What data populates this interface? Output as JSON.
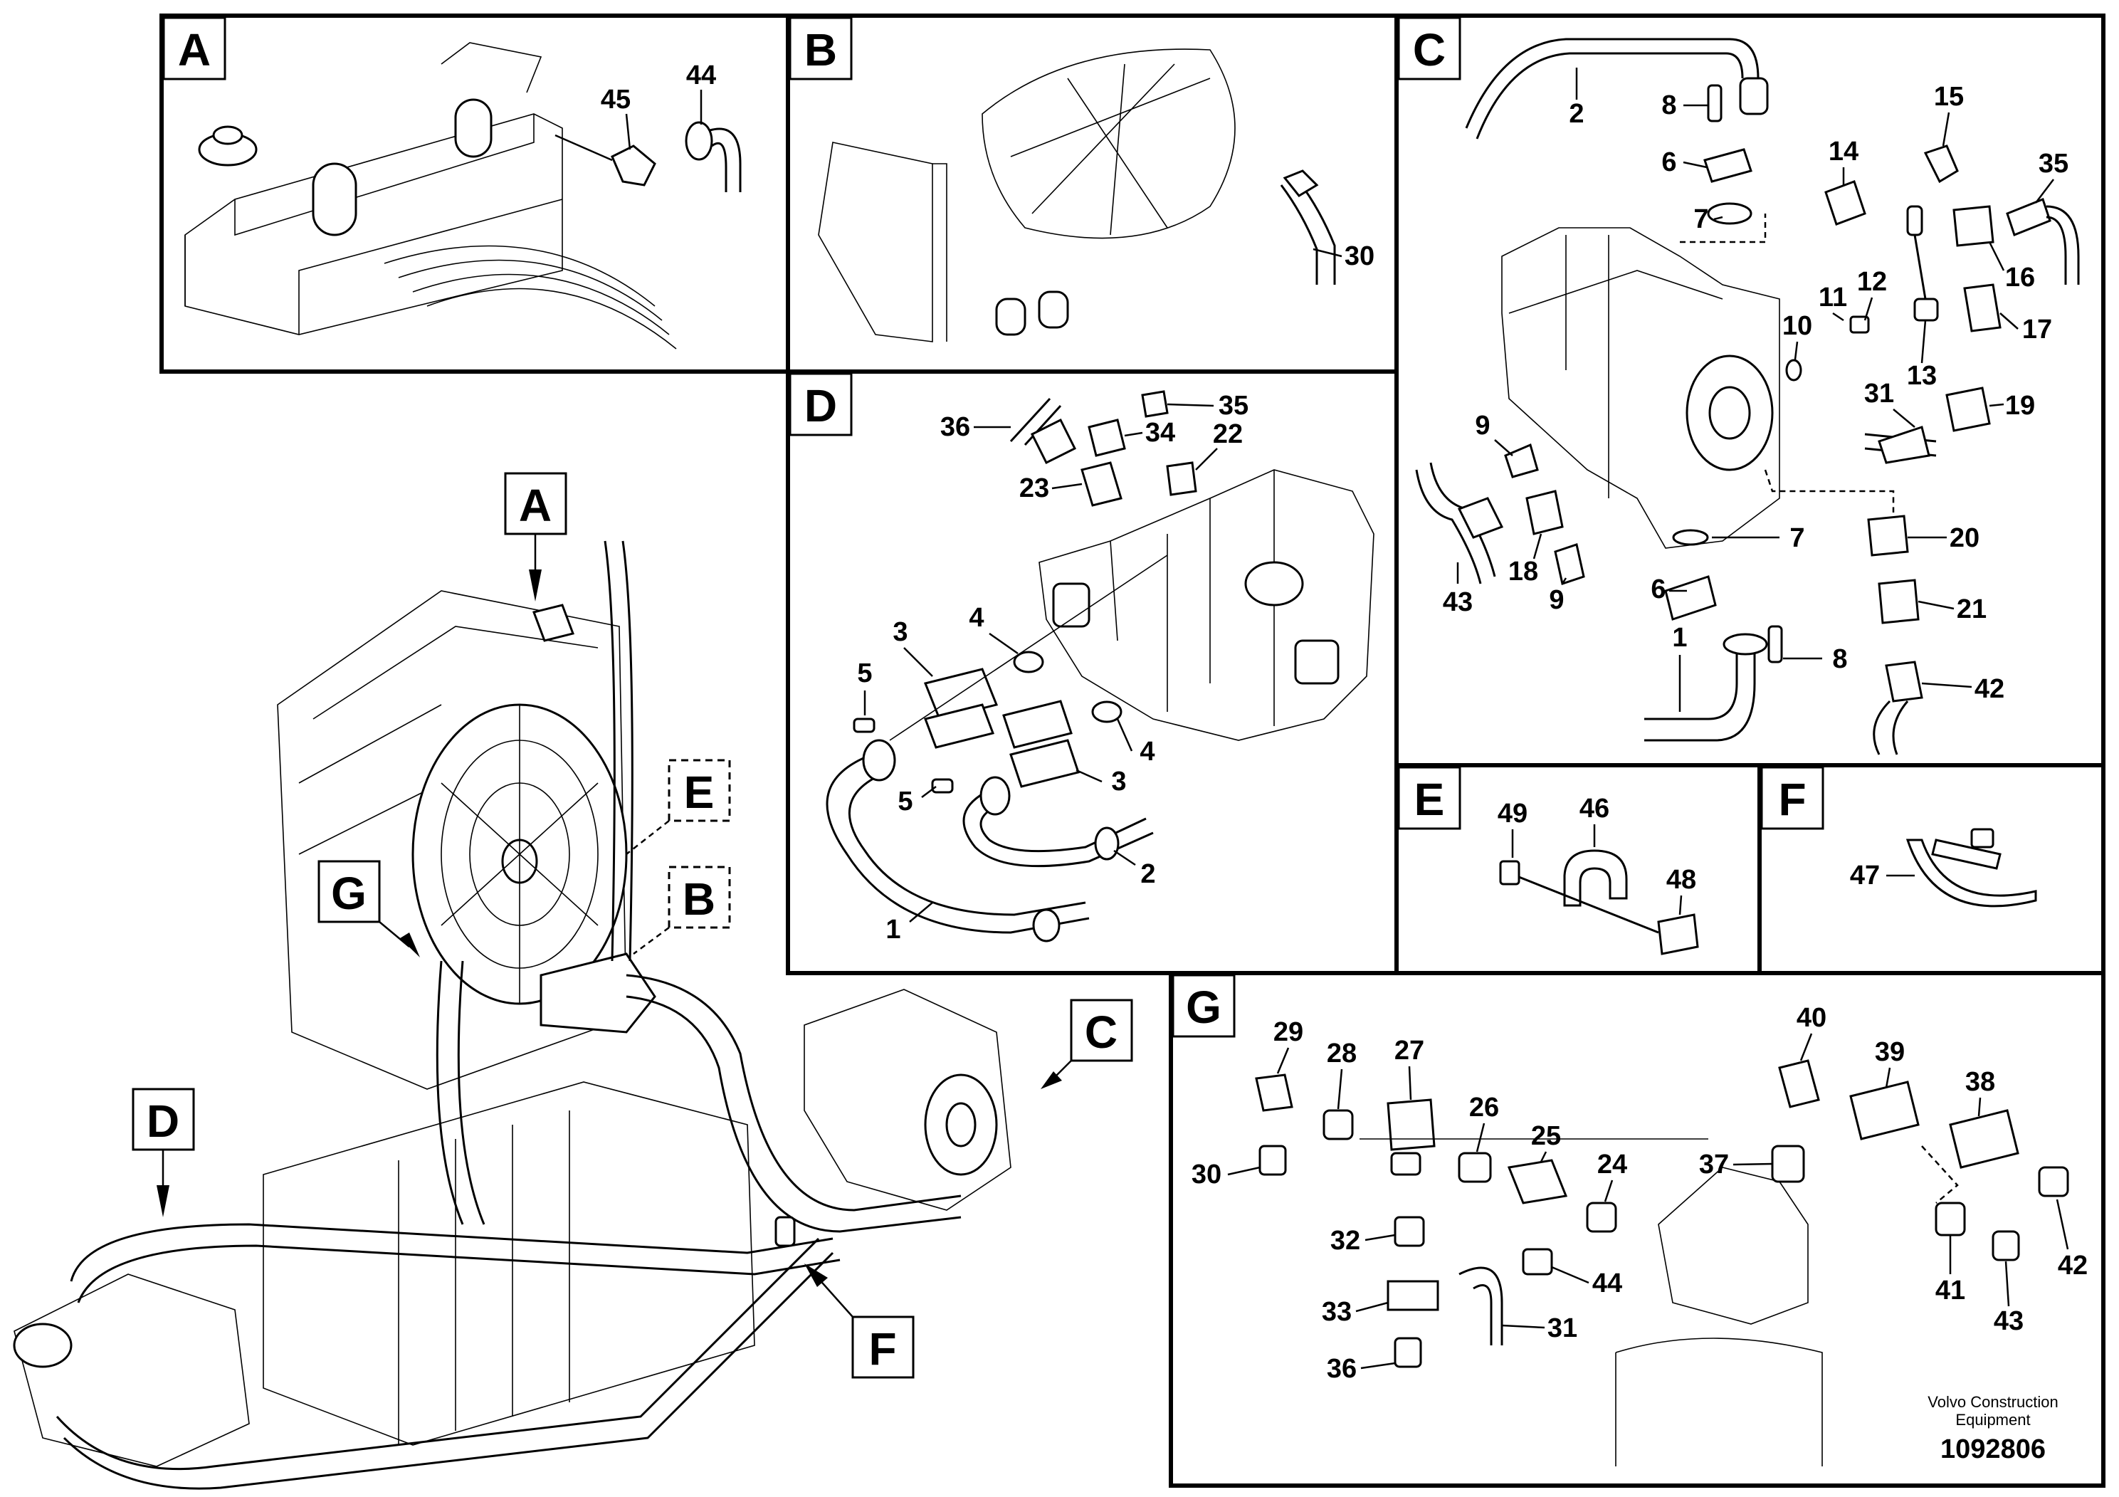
{
  "panels": [
    {
      "id": "A",
      "letter": "A",
      "labels": [
        "45",
        "44"
      ]
    },
    {
      "id": "B",
      "letter": "B",
      "labels": [
        "30"
      ]
    },
    {
      "id": "C",
      "letter": "C",
      "labels": [
        "2",
        "8",
        "6",
        "7",
        "15",
        "14",
        "35",
        "16",
        "10",
        "11",
        "12",
        "17",
        "13",
        "31",
        "19",
        "9",
        "43",
        "18",
        "9",
        "7",
        "20",
        "6",
        "21",
        "1",
        "8",
        "42"
      ]
    },
    {
      "id": "D",
      "letter": "D",
      "labels": [
        "36",
        "35",
        "34",
        "22",
        "23",
        "3",
        "4",
        "5",
        "5",
        "3",
        "4",
        "2",
        "1"
      ]
    },
    {
      "id": "E",
      "letter": "E",
      "labels": [
        "49",
        "46",
        "48"
      ]
    },
    {
      "id": "F",
      "letter": "F",
      "labels": [
        "47"
      ]
    },
    {
      "id": "G",
      "letter": "G",
      "labels": [
        "29",
        "28",
        "27",
        "26",
        "25",
        "24",
        "40",
        "39",
        "38",
        "37",
        "30",
        "32",
        "33",
        "36",
        "31",
        "44",
        "41",
        "43",
        "42"
      ]
    }
  ],
  "overview_callouts": [
    "A",
    "E",
    "B",
    "G",
    "C",
    "D",
    "F"
  ],
  "credit": {
    "line1": "Volvo Construction",
    "line2": "Equipment",
    "ref": "1092806"
  }
}
